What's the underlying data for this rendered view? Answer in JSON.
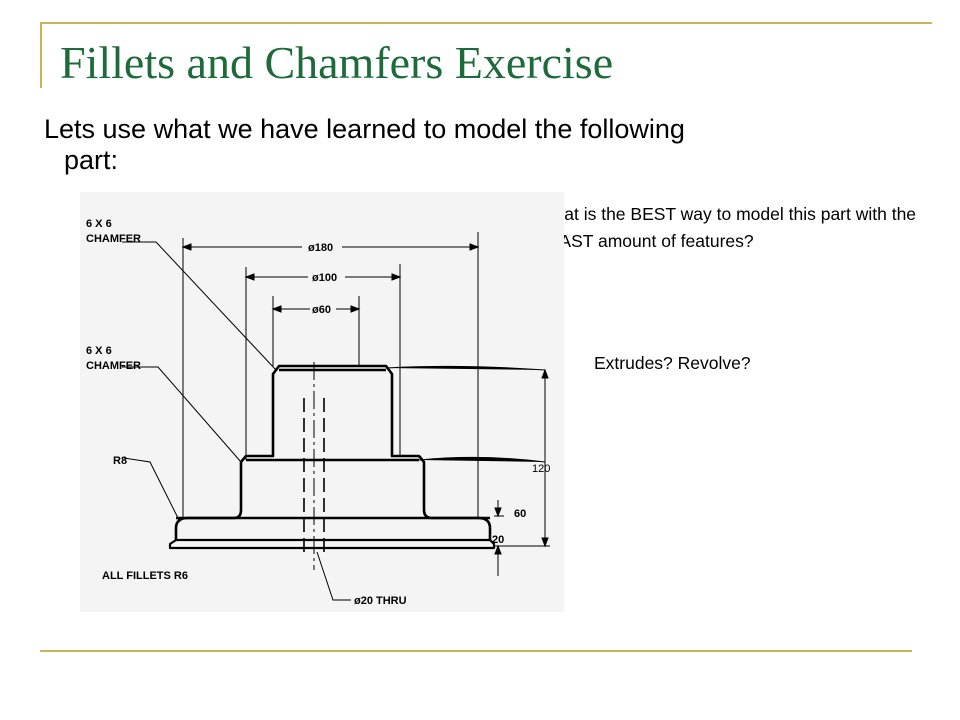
{
  "slide": {
    "title": "Fillets and Chamfers Exercise",
    "subtitle_line1": "Lets use what we have learned to model the following",
    "subtitle_line2": "part:",
    "question": "What is the BEST way to model this part with the LEAST amount of features?",
    "options": "Extrudes? Revolve?"
  },
  "drawing": {
    "chamfer_top": [
      "6 X 6",
      "CHAMFER"
    ],
    "chamfer_mid": [
      "6 X 6",
      "CHAMFER"
    ],
    "fillet_r8": "R8",
    "all_fillets": "ALL FILLETS R6",
    "hole": "ø20 THRU",
    "dia_180": "ø180",
    "dia_100": "ø100",
    "dia_60": "ø60",
    "height_120": "120",
    "height_60": "60",
    "height_20": "20"
  },
  "colors": {
    "title": "#1d6b3a",
    "decoration": "#c9b458"
  }
}
